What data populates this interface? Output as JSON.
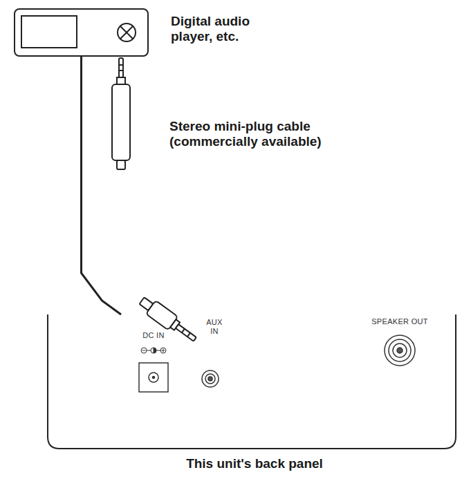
{
  "diagram": {
    "nodes": [
      {
        "text": [
          "Digital audio player, etc."
        ]
      },
      {
        "text": [
          "DC IN",
          "AUX IN",
          "SPEAKER OUT",
          "This unit's back panel"
        ]
      }
    ],
    "edges": [
      {
        "from": 0,
        "to": 1,
        "arrow": "none",
        "label": "Stereo mini-plug cable (commercially available)"
      }
    ]
  }
}
